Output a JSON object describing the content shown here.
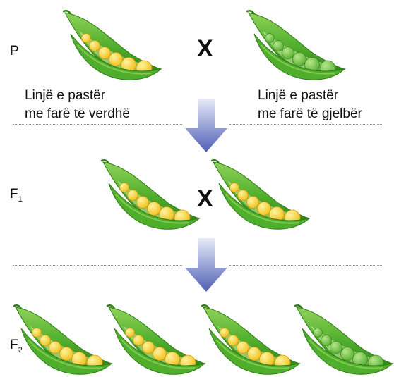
{
  "generations": [
    {
      "label": "P",
      "sub": ""
    },
    {
      "label": "F",
      "sub": "1"
    },
    {
      "label": "F",
      "sub": "2"
    }
  ],
  "cross_symbol": "X",
  "parent_captions": [
    {
      "line1": "Linjë e pastër",
      "line2": "me farë të verdhë"
    },
    {
      "line1": "Linjë e pastër",
      "line2": "me farë të gjelbër"
    }
  ],
  "colors": {
    "pod": "#4fae2c",
    "pod_light": "#8fd25a",
    "pod_dark": "#2f7d16",
    "seed_yellow": "#f2c21e",
    "seed_yellow_light": "#fff3a0",
    "seed_green": "#5cb336",
    "seed_green_light": "#b7e68c",
    "arrow_top": "#e7ebf8",
    "arrow_bottom": "#4f5fb4"
  },
  "pods": [
    {
      "generation": "P",
      "seed_color": "yellow"
    },
    {
      "generation": "P",
      "seed_color": "green"
    },
    {
      "generation": "F1",
      "seed_color": "yellow"
    },
    {
      "generation": "F1",
      "seed_color": "yellow"
    },
    {
      "generation": "F2",
      "seed_color": "yellow"
    },
    {
      "generation": "F2",
      "seed_color": "yellow"
    },
    {
      "generation": "F2",
      "seed_color": "yellow"
    },
    {
      "generation": "F2",
      "seed_color": "green"
    }
  ]
}
